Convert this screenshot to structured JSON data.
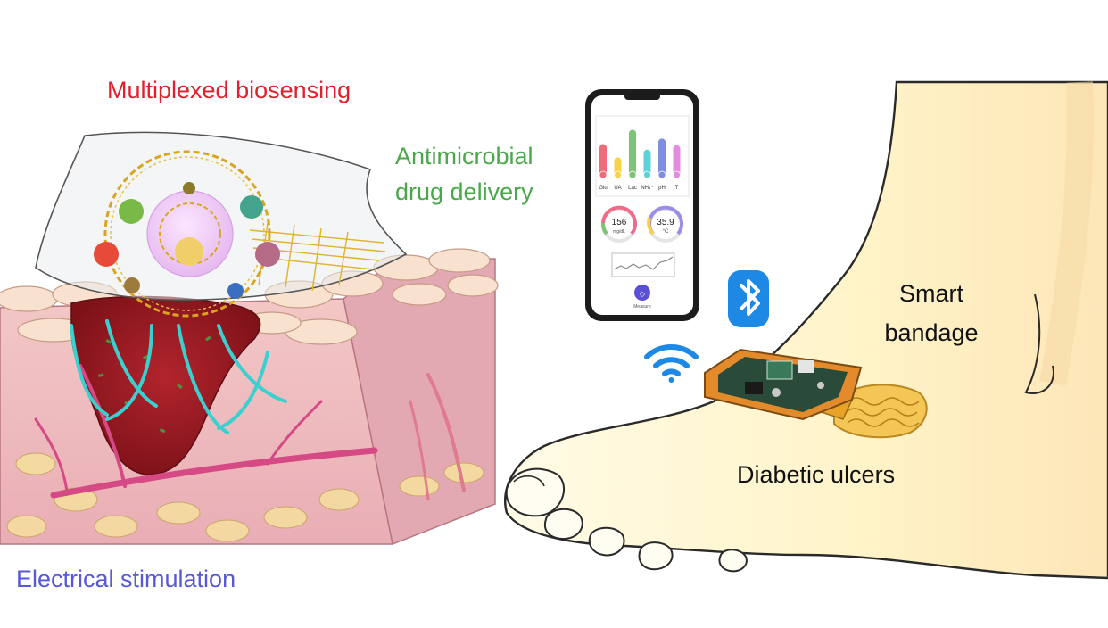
{
  "labels": {
    "biosensing": "Multiplexed biosensing",
    "drug_line1": "Antimicrobial",
    "drug_line2": "drug delivery",
    "stimulation": "Electrical stimulation",
    "smart_line1": "Smart",
    "smart_line2": "bandage",
    "ulcers": "Diabetic ulcers"
  },
  "phone": {
    "bar_labels": [
      "Glu",
      "UA",
      "Lac",
      "NH₄⁺",
      "pH",
      "T"
    ],
    "bar_levels": [
      0.62,
      0.38,
      0.88,
      0.52,
      0.72,
      0.6
    ],
    "bar_colors": [
      "#f26b7a",
      "#f7d24a",
      "#7cc576",
      "#5fd0d6",
      "#7f8fe0",
      "#e48adf"
    ],
    "gauge1_value": "156",
    "gauge1_unit": "mg/dL",
    "gauge2_value": "35.9",
    "gauge2_unit": "°C",
    "button_label": "Measure"
  },
  "colors": {
    "biosensing": "#e0202a",
    "drug": "#4aa84a",
    "stimulation": "#5858d8",
    "text": "#111111",
    "bluetooth": "#1e88e5",
    "wifi": "#1e88e5"
  },
  "icons": [
    "bluetooth-icon",
    "wifi-icon"
  ]
}
